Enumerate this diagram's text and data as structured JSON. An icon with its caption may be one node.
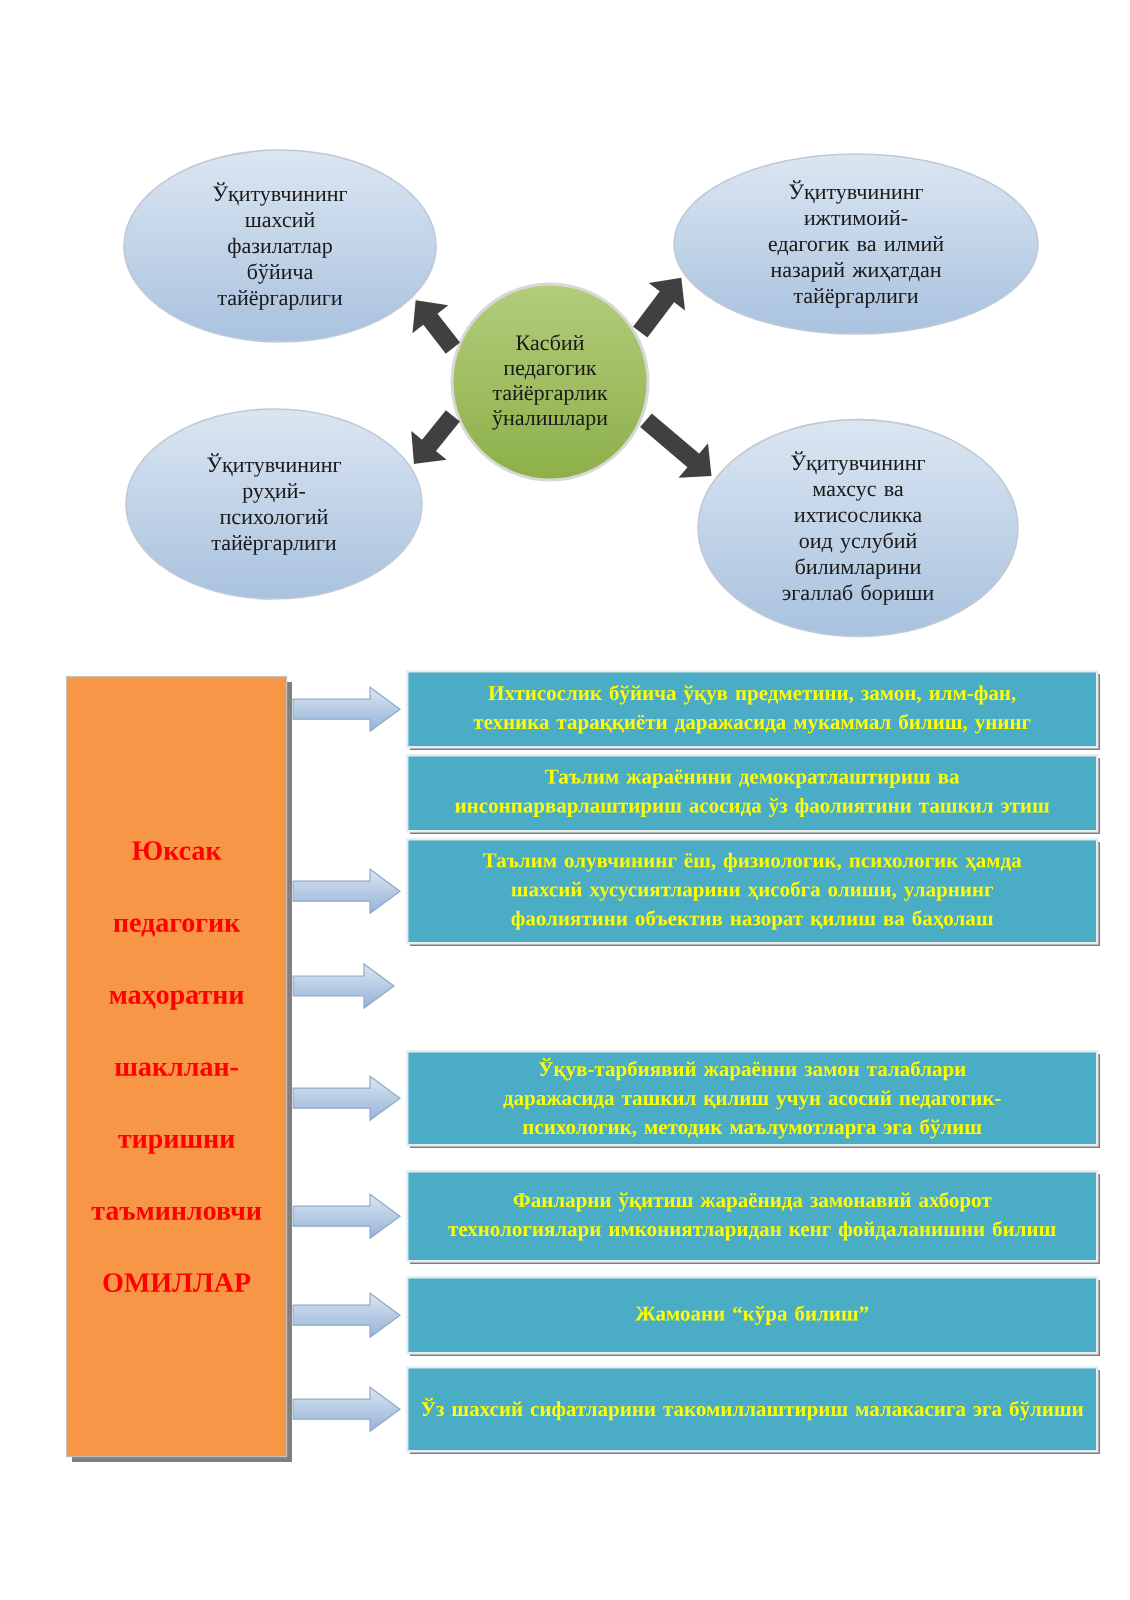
{
  "diagram": {
    "nodes": [
      {
        "text": [
          "Ўқитувчининг шахсий фазилатлар бўйича тайёргарлиги"
        ]
      },
      {
        "text": [
          "Ўқитувчининг ижтимоий-едагогик ва илмий назарий жиҳатдан тайёргарлиги"
        ]
      },
      {
        "text": [
          "Касбий педагогик тайёргарлик ўналишлари"
        ]
      },
      {
        "text": [
          "Ўқитувчининг руҳий-психологий тайёргарлиги"
        ]
      },
      {
        "text": [
          "Ўқитувчининг махсус ва ихтисосликка оид услубий билимларини эгаллаб бориши"
        ]
      },
      {
        "text": [
          "Юксак педагогик маҳоратни шакллан-тиришни таъминловчи ОМИЛЛАР"
        ]
      },
      {
        "text": [
          "Ихтисослик бўйича ўқув предметини, замон, илм-фан, техника тараққиёти даражасида мукаммал билиш, унинг"
        ]
      },
      {
        "text": [
          "Таълим жараёнини демократлаштириш ва инсонпарварлаштириш асосида ўз фаолиятини ташкил этиш"
        ]
      },
      {
        "text": [
          "Таълим олувчининг ёш, физиологик, психологик ҳамда шахсий хусусиятларини ҳисобга олиши, уларнинг фаолиятини объектив назорат қилиш ва баҳолаш"
        ]
      },
      {
        "text": [
          "Ўқув-тарбиявий жараённи замон талаблари даражасида ташкил қилиш учун асосий педагогик-психологик, методик маълумотларга эга бўлиш"
        ]
      },
      {
        "text": [
          "Фанларни ўқитиш жараёнида замонавий ахборот технологиялари имкониятларидан кенг фойдаланишни билиш"
        ]
      },
      {
        "text": [
          "Жамоани “кўра билиш”"
        ]
      },
      {
        "text": [
          "Ўз шахсий сифатларини такомиллаштириш малакасига эга бўлиши"
        ]
      }
    ],
    "edges": [
      {
        "from": 2,
        "to": 0,
        "arrow": "to",
        "color": "#404040"
      },
      {
        "from": 2,
        "to": 1,
        "arrow": "to",
        "color": "#404040"
      },
      {
        "from": 2,
        "to": 3,
        "arrow": "to",
        "color": "#404040"
      },
      {
        "from": 2,
        "to": 4,
        "arrow": "to",
        "color": "#404040"
      },
      {
        "from": 5,
        "to": 6,
        "arrow": "to"
      },
      {
        "from": 5,
        "to": 8,
        "arrow": "to"
      },
      {
        "from": 5,
        "to": null,
        "arrow": "to"
      },
      {
        "from": 5,
        "to": 9,
        "arrow": "to"
      },
      {
        "from": 5,
        "to": 10,
        "arrow": "to"
      },
      {
        "from": 5,
        "to": 11,
        "arrow": "to"
      },
      {
        "from": 5,
        "to": 12,
        "arrow": "to"
      }
    ]
  }
}
